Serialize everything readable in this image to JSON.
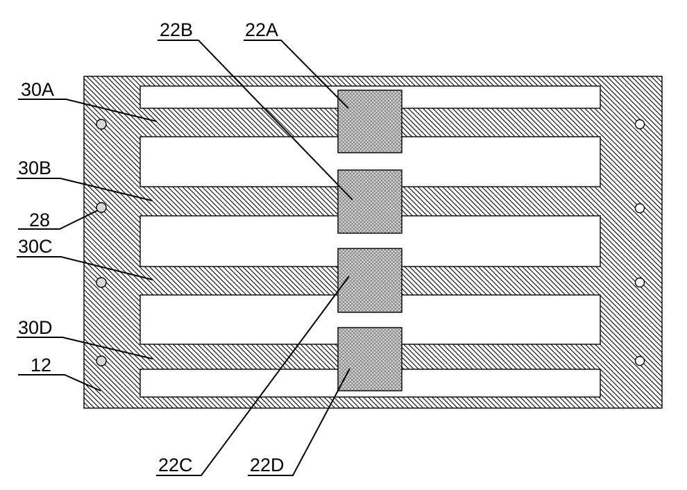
{
  "figure": {
    "labels": {
      "pad_a": "22A",
      "pad_b": "22B",
      "pad_c": "22C",
      "pad_d": "22D",
      "strip_a": "30A",
      "strip_b": "30B",
      "strip_c": "30C",
      "strip_d": "30D",
      "hole": "28",
      "frame": "12"
    },
    "colors": {
      "ink": "#000000",
      "hatch": "#000000",
      "pad_fill": "#d4d4d4",
      "paper": "#ffffff",
      "hole_fill": "#d8d8d8"
    }
  }
}
